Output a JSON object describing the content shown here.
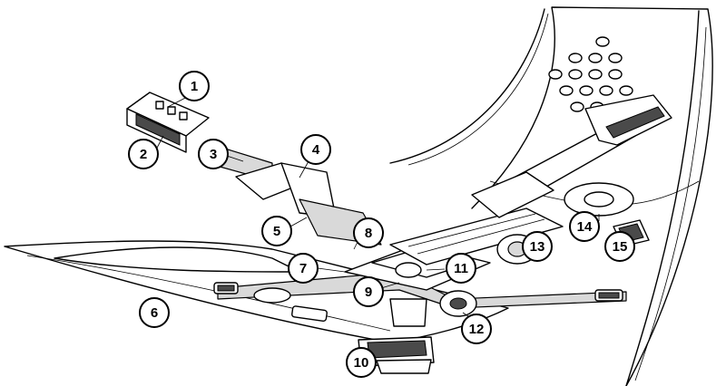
{
  "figure": {
    "line_color": "#000000",
    "background": "#ffffff",
    "shading": "#d9d9d9",
    "callouts": [
      {
        "label": "1"
      },
      {
        "label": "2"
      },
      {
        "label": "3"
      },
      {
        "label": "4"
      },
      {
        "label": "5"
      },
      {
        "label": "6"
      },
      {
        "label": "7"
      },
      {
        "label": "8"
      },
      {
        "label": "9"
      },
      {
        "label": "10"
      },
      {
        "label": "11"
      },
      {
        "label": "12"
      },
      {
        "label": "13"
      },
      {
        "label": "14"
      },
      {
        "label": "15"
      }
    ]
  }
}
